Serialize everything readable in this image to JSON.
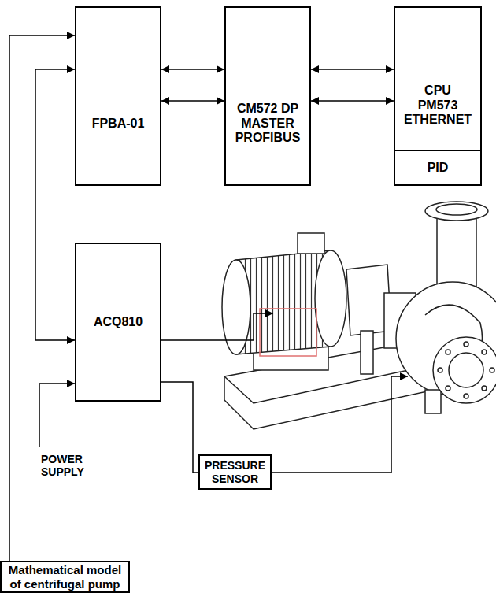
{
  "diagram": {
    "nodes": [
      {
        "text": [
          "FPBA-01"
        ]
      },
      {
        "text": [
          "CM572 DP MASTER PROFIBUS"
        ]
      },
      {
        "text": [
          "CPU PM573 ETHERNET"
        ]
      },
      {
        "text": [
          "PID"
        ],
        "in": 2
      },
      {
        "text": [
          "ACQ810"
        ]
      },
      {
        "text": [
          "PRESSURE SENSOR"
        ]
      },
      {
        "text": [
          "Mathematical model of centrifugal pump"
        ]
      }
    ],
    "edges": [
      {
        "from": 0,
        "to": 1,
        "arrow": "both"
      },
      {
        "from": 0,
        "to": 1,
        "arrow": "both"
      },
      {
        "from": 1,
        "to": 2,
        "arrow": "both"
      },
      {
        "from": 1,
        "to": 2,
        "arrow": "both"
      },
      {
        "from": 0,
        "to": 4,
        "arrow": "both"
      },
      {
        "from": 6,
        "to": 0,
        "arrow": "to"
      },
      {
        "from": 4,
        "to": 5,
        "arrow": "none"
      }
    ],
    "labels": [
      "POWER SUPPLY"
    ]
  }
}
